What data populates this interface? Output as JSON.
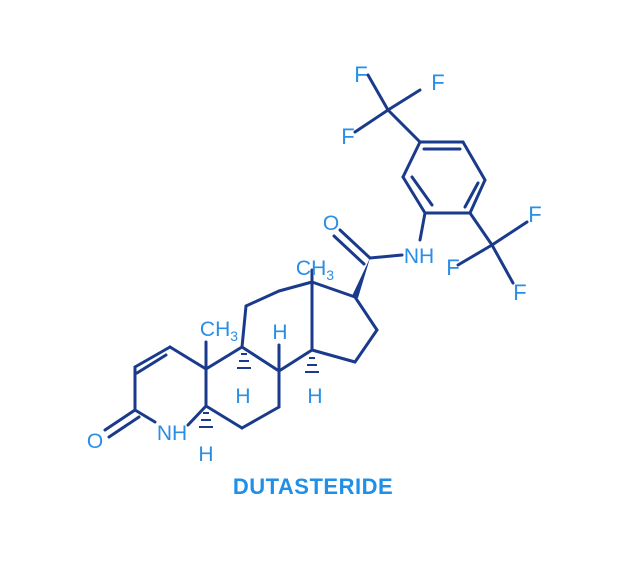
{
  "title": "DUTASTERIDE",
  "colors": {
    "line": "#1a3a8c",
    "atom": "#2a8ee6",
    "title": "#1f8fe8",
    "background": "#ffffff"
  },
  "atoms": {
    "f_top_left": "F",
    "f_top_right": "F",
    "f_mid_left": "F",
    "f_right_top": "F",
    "f_right_left": "F",
    "f_right_bottom": "F",
    "o_amide": "O",
    "nh_amide": "NH",
    "ch3_c18": "CH",
    "ch3_c18_sub": "3",
    "ch3_c19": "CH",
    "ch3_c19_sub": "3",
    "h_c8": "H",
    "h_c9": "H",
    "h_c14": "H",
    "h_c5": "H",
    "nh_lactam": "NH",
    "o_lactam": "O"
  }
}
